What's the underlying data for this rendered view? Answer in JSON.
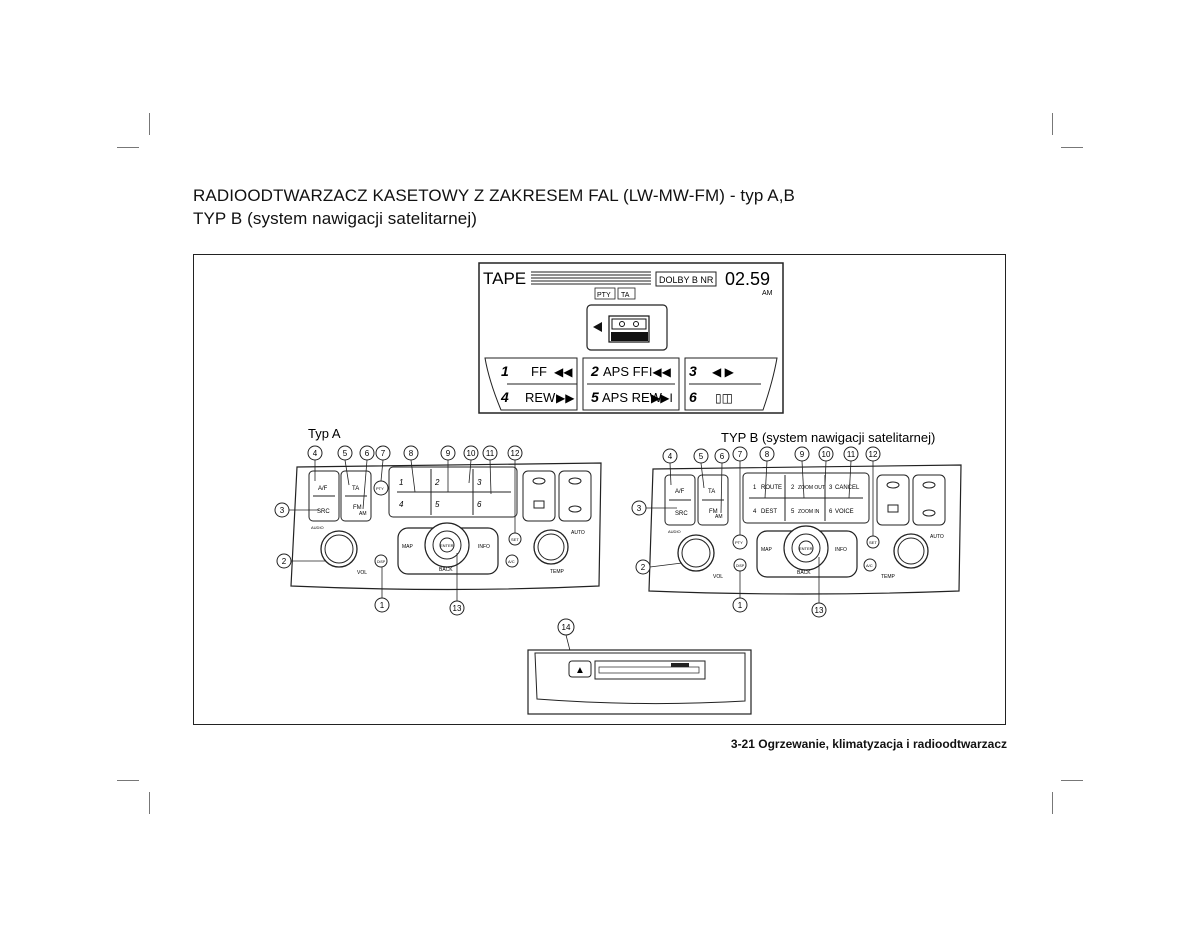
{
  "page": {
    "title_line1": "RADIOODTWARZACZ KASETOWY Z ZAKRESEM FAL (LW-MW-FM)  - typ A,B",
    "title_line2": "TYP B (system nawigacji satelitarnej)",
    "footer": "3-21 Ogrzewanie, klimatyzacja i radioodtwarzacz"
  },
  "display": {
    "source": "TAPE",
    "dolby": "DOLBY B NR",
    "time": "02.59",
    "ampm": "AM",
    "flags": [
      "PTY",
      "TA"
    ],
    "presets": [
      {
        "num": "1",
        "label": "FF",
        "icon": "◀◀"
      },
      {
        "num": "2",
        "label": "APS FF",
        "icon": "I◀◀"
      },
      {
        "num": "3",
        "label": "",
        "icon": "◀ ▶"
      },
      {
        "num": "4",
        "label": "REW",
        "icon": "▶▶"
      },
      {
        "num": "5",
        "label": "APS REW",
        "icon": "▶▶I"
      },
      {
        "num": "6",
        "label": "",
        "icon": "▯◫"
      }
    ]
  },
  "panel_a": {
    "caption": "Typ A",
    "callouts": [
      "1",
      "2",
      "3",
      "4",
      "5",
      "6",
      "7",
      "8",
      "9",
      "10",
      "11",
      "12",
      "13"
    ],
    "buttons": {
      "af": "A/F",
      "src": "SRC",
      "ta": "TA",
      "fm": "FM",
      "am": "AM",
      "pty": "PTY",
      "set": "SET",
      "disp": "DISP",
      "map": "MAP",
      "info": "INFO",
      "back": "BACK",
      "enter": "ENTER",
      "audio": "AUDIO",
      "vol": "VOL",
      "auto": "AUTO",
      "temp": "TEMP",
      "ac": "A/C",
      "presets": [
        "1",
        "2",
        "3",
        "4",
        "5",
        "6"
      ]
    }
  },
  "panel_b": {
    "caption": "TYP B (system nawigacji satelitarnej)",
    "callouts": [
      "1",
      "2",
      "3",
      "4",
      "5",
      "6",
      "7",
      "8",
      "9",
      "10",
      "11",
      "12",
      "13"
    ],
    "buttons": {
      "af": "A/F",
      "src": "SRC",
      "ta": "TA",
      "fm": "FM",
      "am": "AM",
      "pty": "PTY",
      "set": "SET",
      "disp": "DISP",
      "map": "MAP",
      "info": "INFO",
      "back": "BACK",
      "enter": "ENTER",
      "audio": "AUDIO",
      "vol": "VOL",
      "auto": "AUTO",
      "temp": "TEMP",
      "ac": "A/C",
      "nav_presets": [
        {
          "num": "1",
          "label": "ROUTE"
        },
        {
          "num": "2",
          "label": "ZOOM OUT"
        },
        {
          "num": "3",
          "label": "CANCEL"
        },
        {
          "num": "4",
          "label": "DEST"
        },
        {
          "num": "5",
          "label": "ZOOM IN"
        },
        {
          "num": "6",
          "label": "VOICE"
        }
      ]
    }
  },
  "cassette": {
    "callout": "14",
    "eject": "▲"
  }
}
